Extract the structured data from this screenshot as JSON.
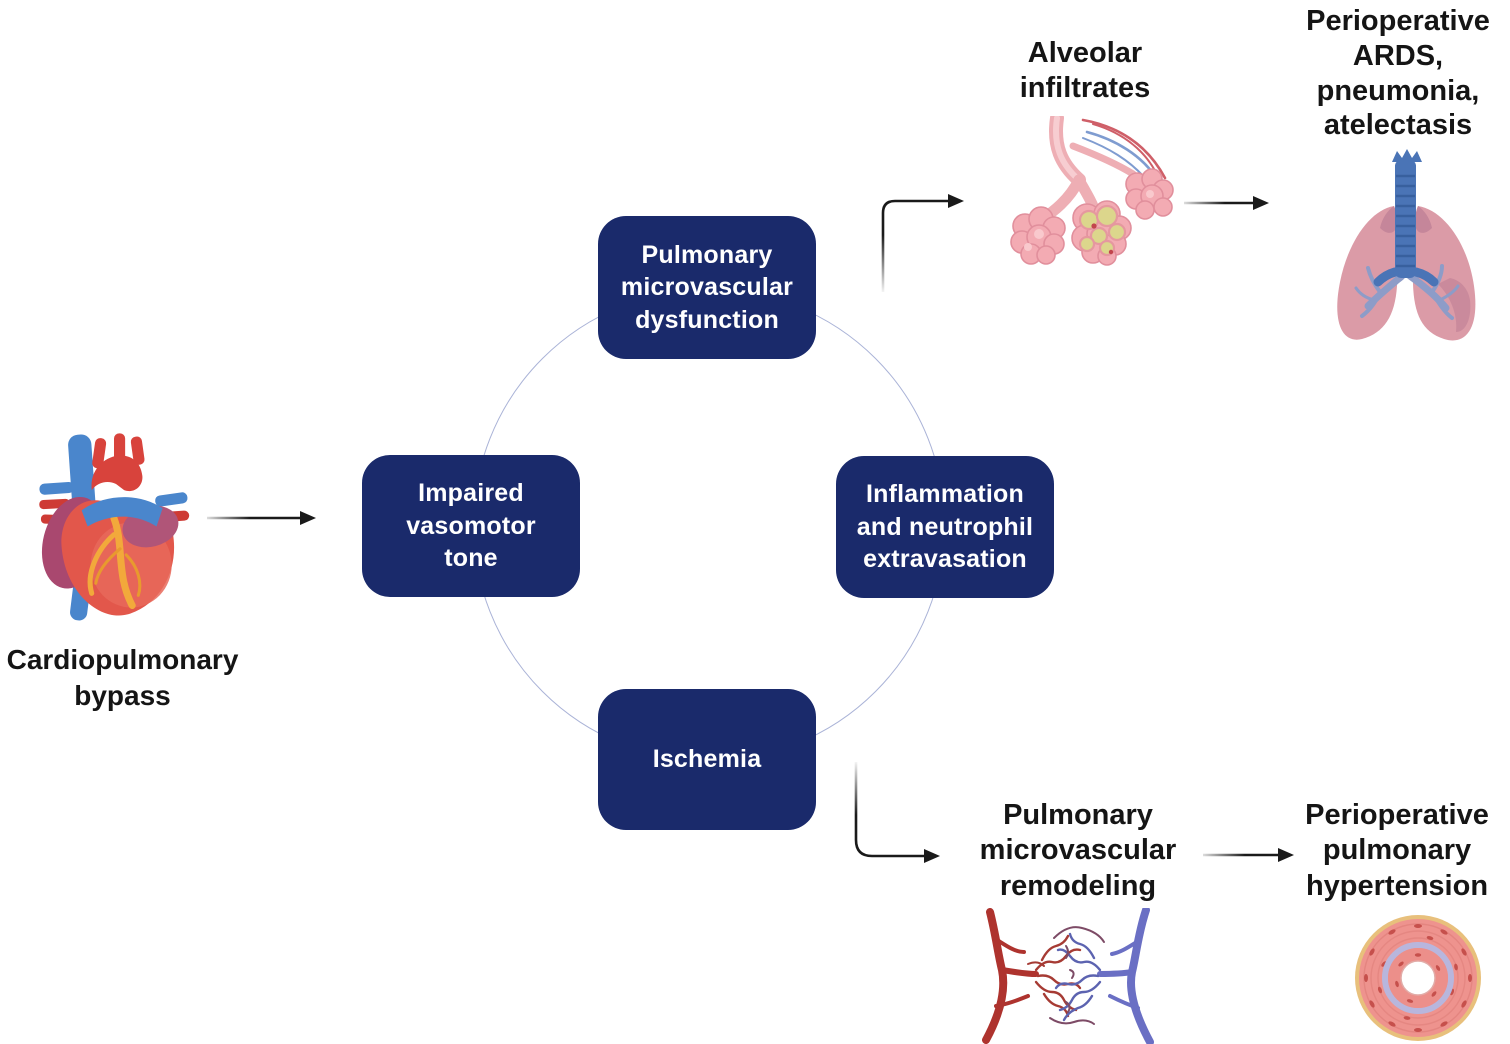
{
  "figure": {
    "type": "flow-diagram",
    "source": {
      "label": "Cardiopulmonary\nbypass",
      "icon": "heart-illustration"
    },
    "cycle": {
      "shape": "circle",
      "nodes": [
        {
          "position": "top",
          "label": "Pulmonary\nmicrovascular\ndysfunction"
        },
        {
          "position": "left",
          "label": "Impaired\nvasomotor\ntone"
        },
        {
          "position": "right",
          "label": "Inflammation\nand neutrophil\nextravasation"
        },
        {
          "position": "bottom",
          "label": "Ischemia"
        }
      ]
    },
    "upper_pathway": {
      "from": "Pulmonary microvascular dysfunction",
      "intermediate": {
        "label": "Alveolar\ninfiltrates",
        "icon": "alveoli-illustration"
      },
      "outcome": {
        "label": "Perioperative\nARDS,\npneumonia,\natelectasis",
        "icon": "lungs-illustration"
      }
    },
    "lower_pathway": {
      "from": "Ischemia",
      "intermediate": {
        "label": "Pulmonary\nmicrovascular\nremodeling",
        "icon": "capillary-network-illustration"
      },
      "outcome": {
        "label": "Perioperative\npulmonary\nhypertension",
        "icon": "vessel-cross-section-illustration"
      }
    },
    "colors": {
      "background": "#ffffff",
      "node_fill": "#1a2a6b",
      "node_text": "#ffffff",
      "cycle_ring": "#aab3d7",
      "arrow": "#1a1a1a",
      "label_text": "#151515"
    }
  }
}
